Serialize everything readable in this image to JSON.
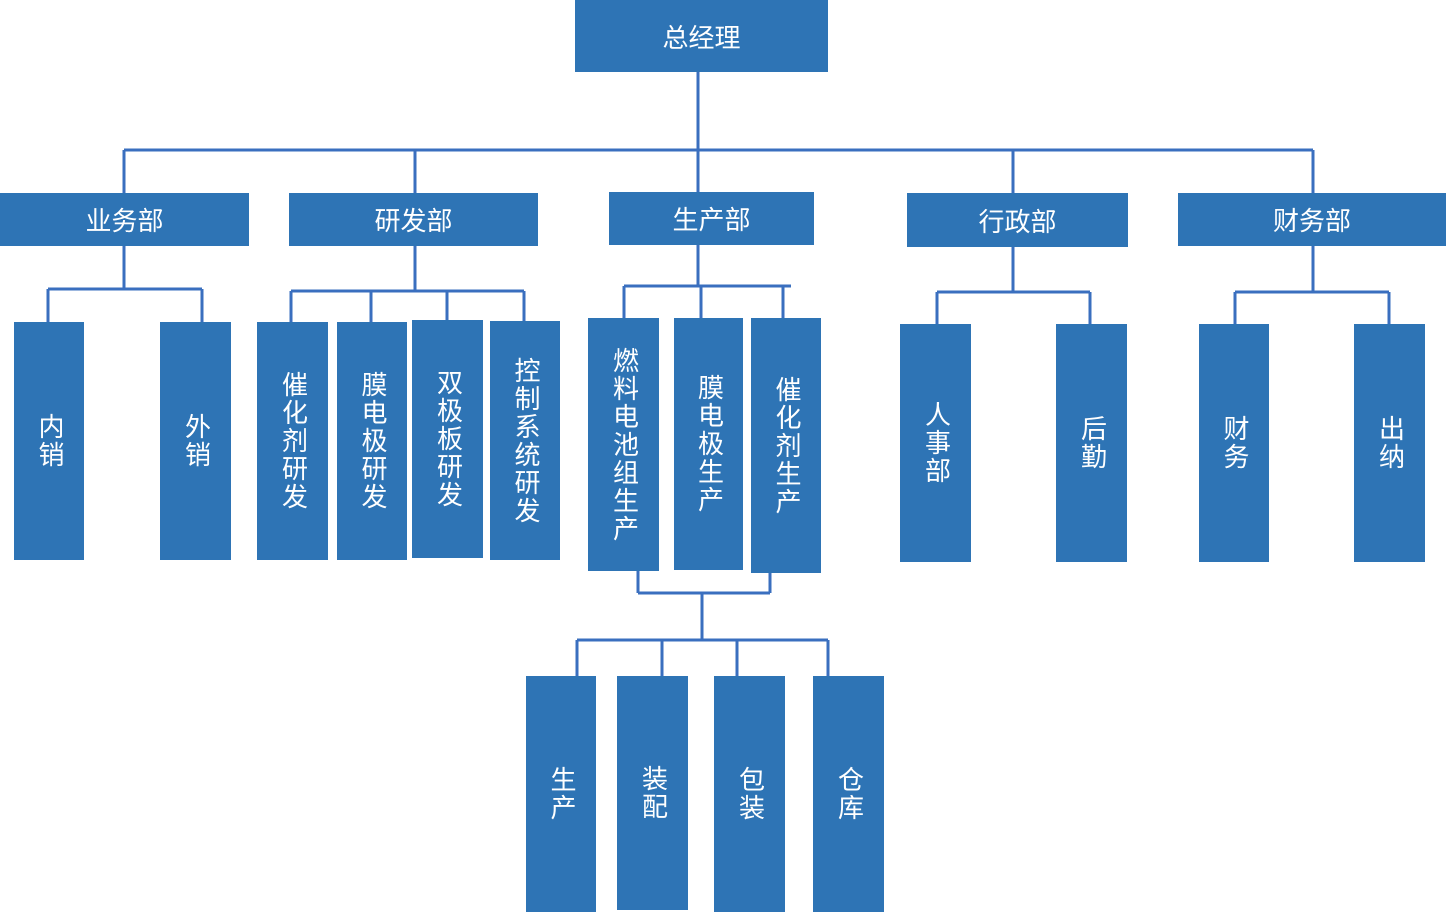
{
  "root": "总经理",
  "departments": {
    "sales": {
      "name": "业务部",
      "units": [
        "内销",
        "外销"
      ]
    },
    "rnd": {
      "name": "研发部",
      "units": [
        "催化剂研发",
        "膜电极研发",
        "双极板研发",
        "控制系统研发"
      ]
    },
    "production": {
      "name": "生产部",
      "units": [
        "燃料电池组生产",
        "膜电极生产",
        "催化剂生产"
      ],
      "processes": [
        "生产",
        "装配",
        "包装",
        "仓库"
      ]
    },
    "admin": {
      "name": "行政部",
      "units": [
        "人事部",
        "后勤"
      ]
    },
    "finance": {
      "name": "财务部",
      "units": [
        "财务",
        "出纳"
      ]
    }
  }
}
